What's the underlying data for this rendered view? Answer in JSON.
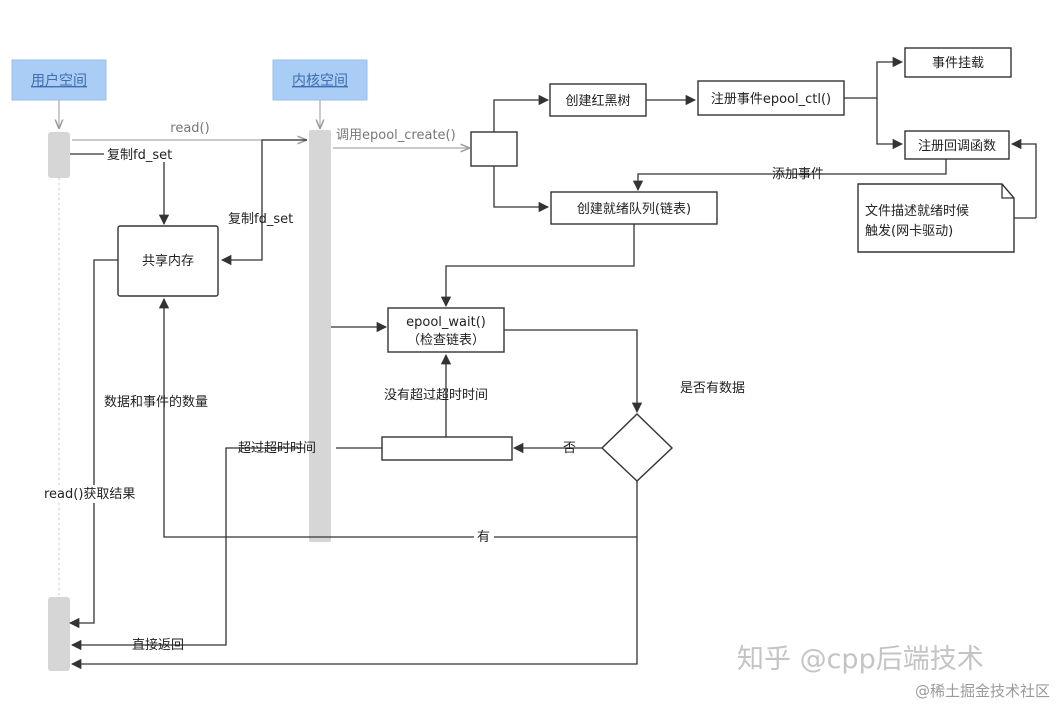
{
  "lanes": {
    "user": "用户空间",
    "kernel": "内核空间"
  },
  "nodes": {
    "create_rbtree": "创建红黑树",
    "register_event": "注册事件epool_ctl()",
    "event_mount": "事件挂载",
    "register_callback": "注册回调函数",
    "create_ready_list": "创建就绪队列(链表)",
    "shared_memory": "共享内存",
    "epool_wait_line1": "epool_wait()",
    "epool_wait_line2": "（检查链表）",
    "fd_ready_note_line1": "文件描述就绪时候",
    "fd_ready_note_line2": "触发(网卡驱动)"
  },
  "edges": {
    "read_call": "read()",
    "copy_fdset_user": "复制fd_set",
    "call_create": "调用epool_create()",
    "copy_fdset_kernel": "复制fd_set",
    "add_event": "添加事件",
    "data_event_count": "数据和事件的数量",
    "read_result": "read()获取结果",
    "not_timeout": "没有超过超时时间",
    "has_data": "是否有数据",
    "no": "否",
    "exceed_timeout": "超过超时时间",
    "yes": "有",
    "return_direct": "直接返回"
  },
  "watermark": {
    "main": "知乎 @cpp后端技术",
    "sub": "@稀土掘金技术社区"
  },
  "colors": {
    "lane_header": "#a9cdf5",
    "lane_text": "#3f6fb0",
    "bar": "#d6d6d6",
    "line": "#333333"
  }
}
